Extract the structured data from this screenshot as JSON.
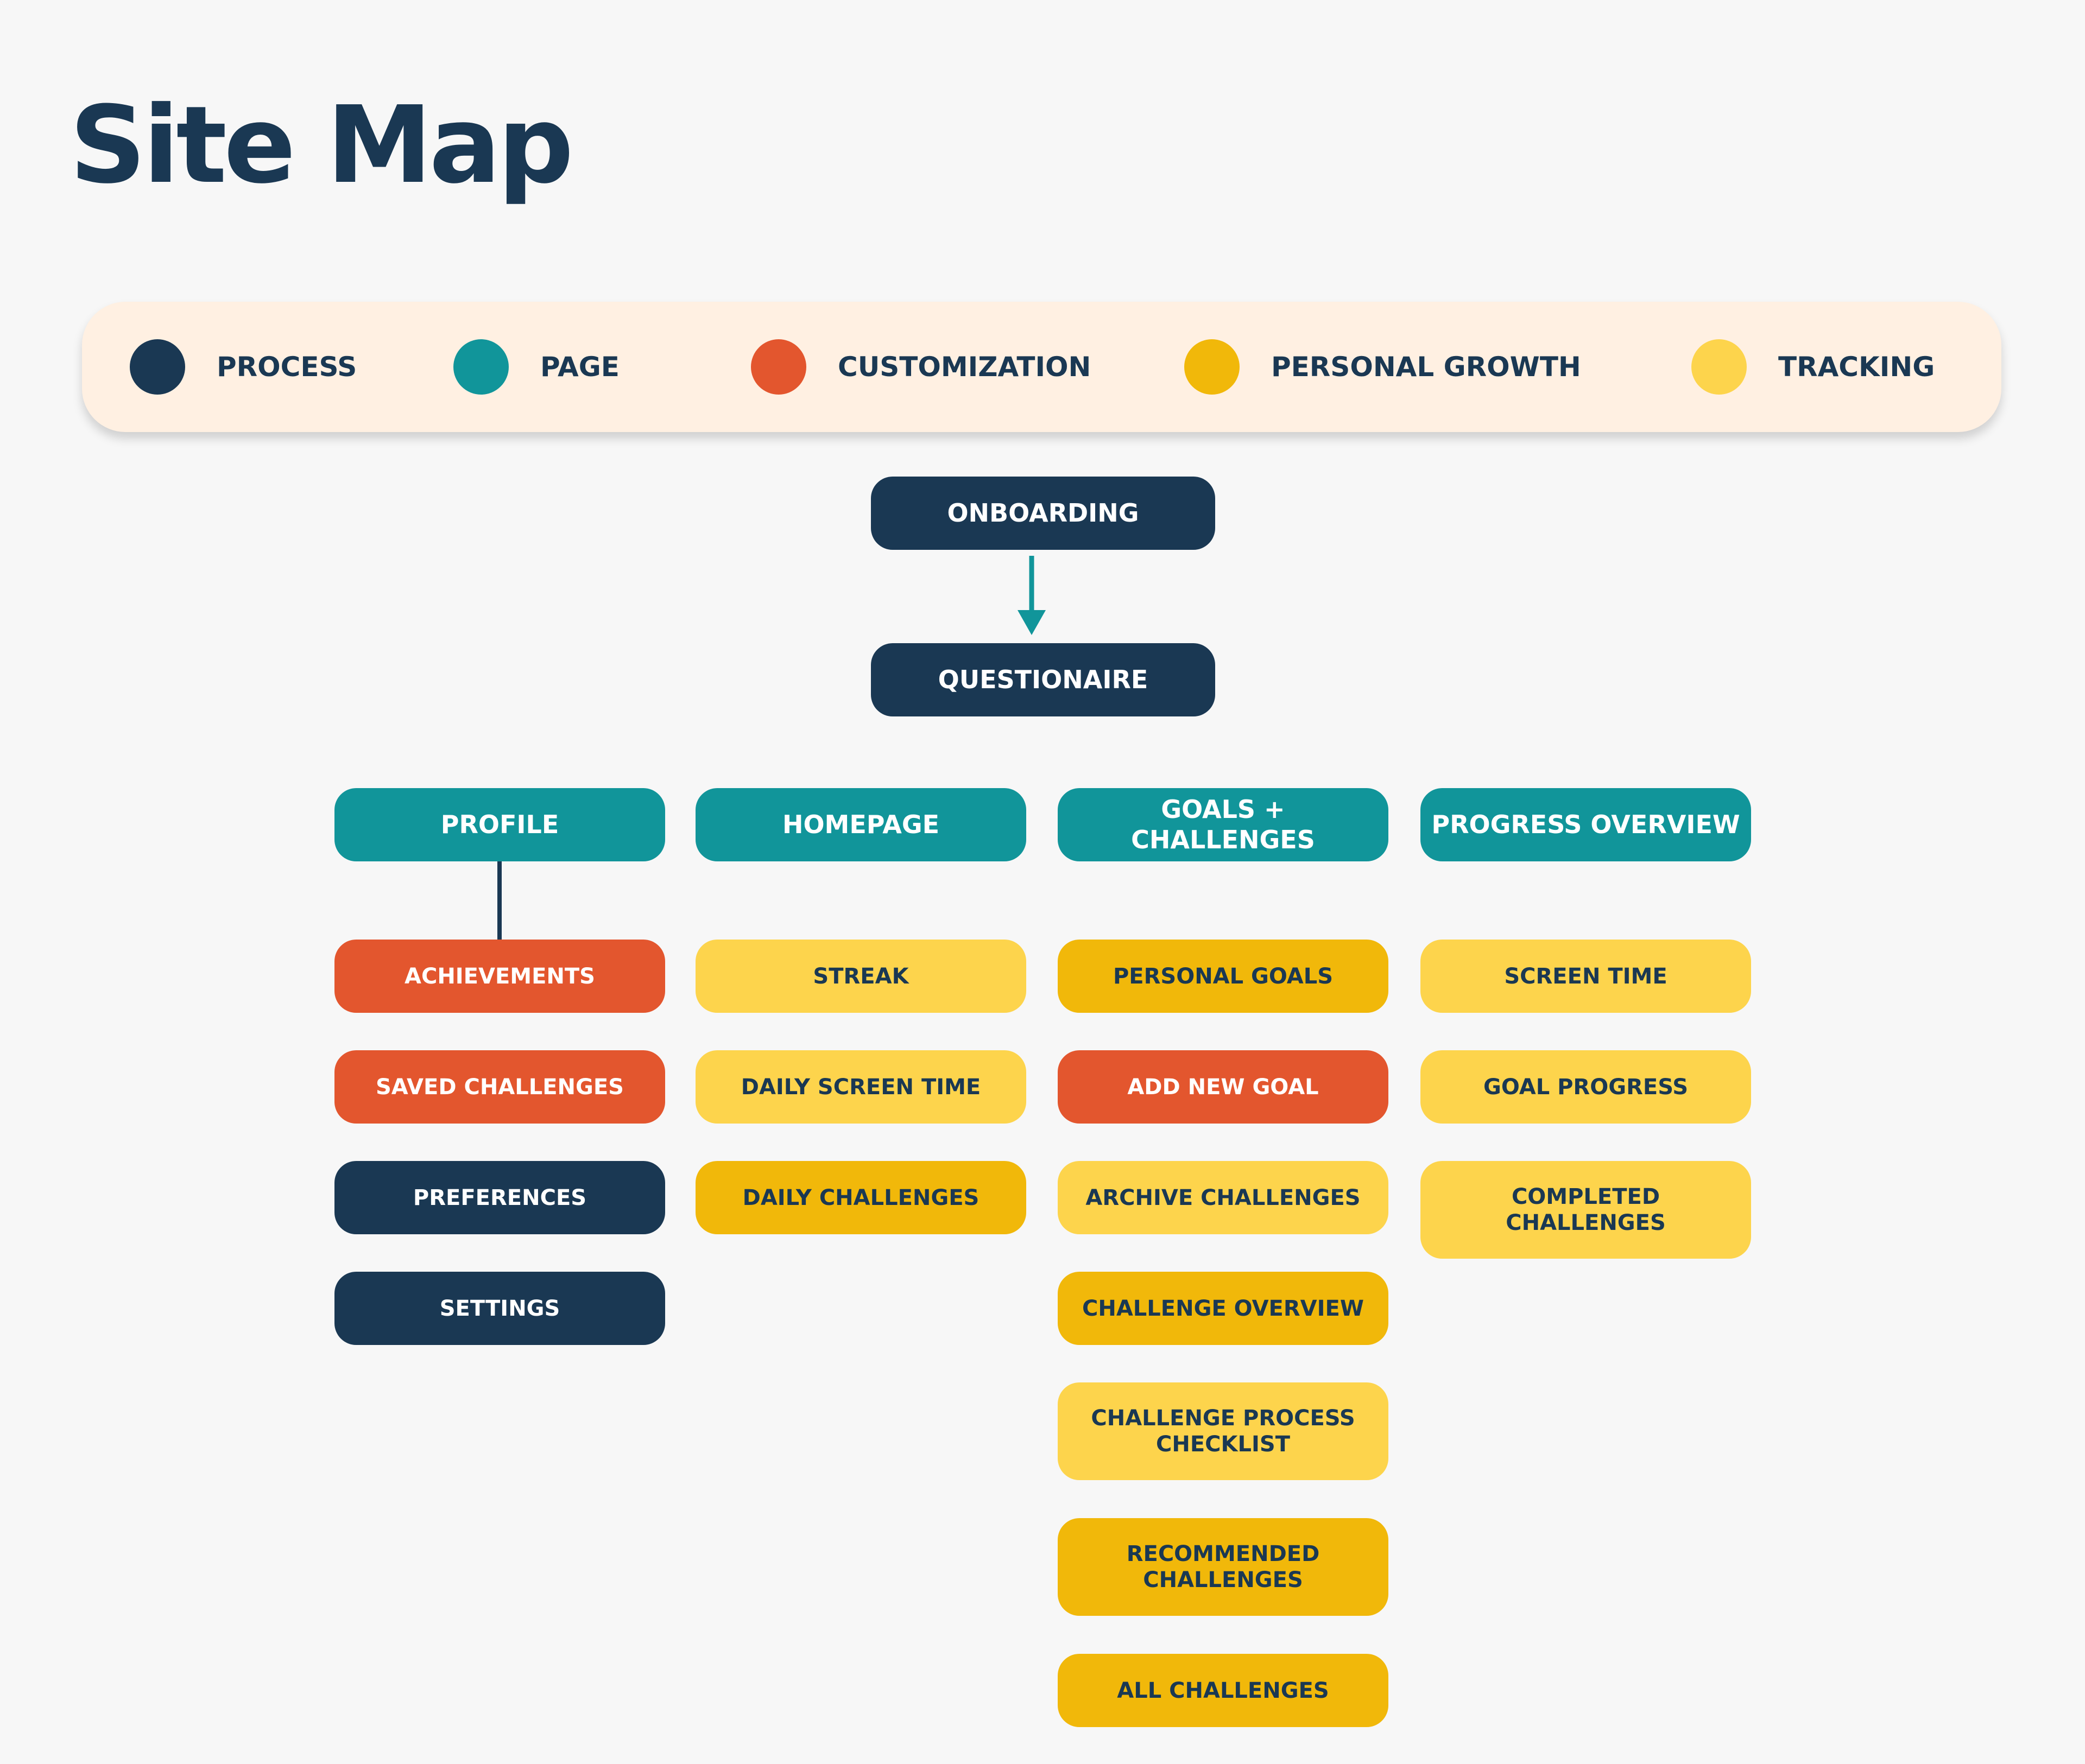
{
  "title": "Site Map",
  "colors": {
    "process": "#1a3853",
    "page": "#11959a",
    "customization": "#e3562e",
    "personal_growth": "#f1b80a",
    "tracking": "#fdd44c",
    "dark_text": "#1a3853",
    "light_text": "#ffffff"
  },
  "legend": [
    {
      "label": "PROCESS",
      "color": "#1a3853"
    },
    {
      "label": "PAGE",
      "color": "#11959a"
    },
    {
      "label": "CUSTOMIZATION",
      "color": "#e3562e"
    },
    {
      "label": "PERSONAL GROWTH",
      "color": "#f1b80a"
    },
    {
      "label": "TRACKING",
      "color": "#fdd44c"
    }
  ],
  "flow": {
    "onboarding": {
      "label": "ONBOARDING",
      "category": "process"
    },
    "questionaire": {
      "label": "QUESTIONAIRE",
      "category": "process"
    }
  },
  "columns": [
    {
      "label": "PROFILE",
      "category": "page",
      "children": [
        {
          "label": "ACHIEVEMENTS",
          "category": "customization"
        },
        {
          "label": "SAVED CHALLENGES",
          "category": "customization"
        },
        {
          "label": "PREFERENCES",
          "category": "process"
        },
        {
          "label": "SETTINGS",
          "category": "process"
        }
      ]
    },
    {
      "label": "HOMEPAGE",
      "category": "page",
      "children": [
        {
          "label": "STREAK",
          "category": "tracking"
        },
        {
          "label": "DAILY SCREEN TIME",
          "category": "tracking"
        },
        {
          "label": "DAILY CHALLENGES",
          "category": "personal_growth"
        }
      ]
    },
    {
      "label": "GOALS + CHALLENGES",
      "category": "page",
      "children": [
        {
          "label": "PERSONAL GOALS",
          "category": "personal_growth"
        },
        {
          "label": "ADD NEW GOAL",
          "category": "customization"
        },
        {
          "label": "ARCHIVE CHALLENGES",
          "category": "tracking"
        },
        {
          "label": "CHALLENGE OVERVIEW",
          "category": "personal_growth"
        },
        {
          "label": "CHALLENGE PROCESS\nCHECKLIST",
          "category": "tracking"
        },
        {
          "label": "RECOMMENDED\nCHALLENGES",
          "category": "personal_growth"
        },
        {
          "label": "ALL CHALLENGES",
          "category": "personal_growth"
        }
      ]
    },
    {
      "label": "PROGRESS OVERVIEW",
      "category": "page",
      "children": [
        {
          "label": "SCREEN TIME",
          "category": "tracking"
        },
        {
          "label": "GOAL PROGRESS",
          "category": "tracking"
        },
        {
          "label": "COMPLETED\nCHALLENGES",
          "category": "tracking"
        }
      ]
    }
  ]
}
